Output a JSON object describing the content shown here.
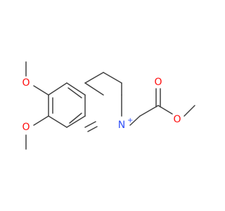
{
  "molecule": {
    "atoms": [
      {
        "id": "o6",
        "label": "O",
        "color": "#ff0d0d"
      },
      {
        "id": "o7",
        "label": "O",
        "color": "#ff0d0d"
      },
      {
        "id": "n2",
        "label": "N",
        "color": "#3050f8"
      },
      {
        "id": "o_carbonyl",
        "label": "O",
        "color": "#ff0d0d"
      },
      {
        "id": "o_ester",
        "label": "O",
        "color": "#ff0d0d"
      }
    ],
    "charge": "+",
    "charge_color": "#3050f8",
    "bond_color": "#404040"
  }
}
